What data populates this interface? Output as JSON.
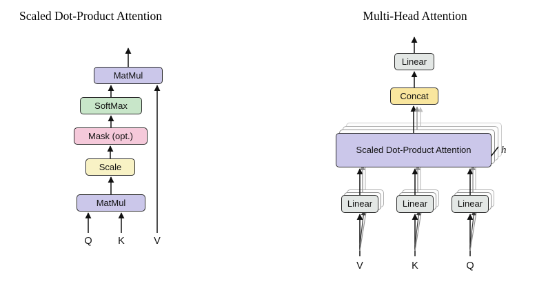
{
  "colors": {
    "purple": "#cbc7ea",
    "green": "#c8e6c9",
    "pink": "#f5c9da",
    "scale_yellow": "#f8f2c5",
    "concat_yellow": "#f9e69e",
    "linear_gray": "#e3e7e5"
  },
  "left": {
    "title": "Scaled Dot-Product Attention",
    "boxes": {
      "matmul_top": "MatMul",
      "softmax": "SoftMax",
      "mask": "Mask (opt.)",
      "scale": "Scale",
      "matmul_bottom": "MatMul"
    },
    "inputs": {
      "q": "Q",
      "k": "K",
      "v": "V"
    }
  },
  "right": {
    "title": "Multi-Head Attention",
    "boxes": {
      "linear_top": "Linear",
      "concat": "Concat",
      "sdpa": "Scaled Dot-Product Attention",
      "linear_v": "Linear",
      "linear_k": "Linear",
      "linear_q": "Linear"
    },
    "h_label": "h",
    "inputs": {
      "v": "V",
      "k": "K",
      "q": "Q"
    }
  }
}
